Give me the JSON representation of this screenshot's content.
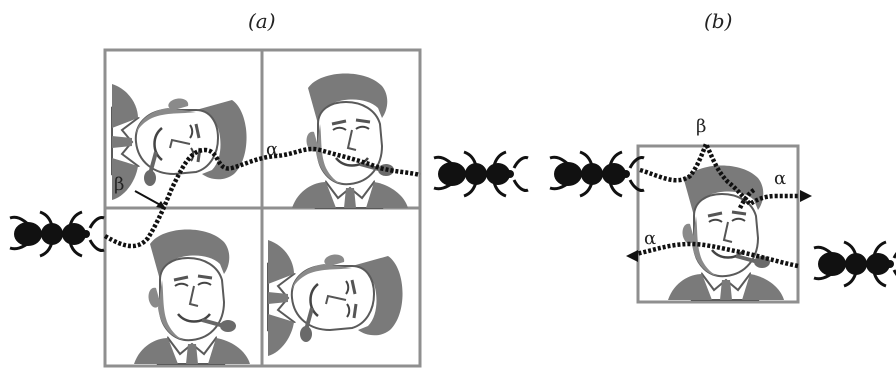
{
  "panels": {
    "a": {
      "label": "(a)"
    },
    "b": {
      "label": "(b)"
    }
  },
  "labels": {
    "alpha": "α",
    "beta": "β"
  },
  "colors": {
    "frame": "#8f8f8f",
    "face": "#7a7a7a",
    "ant": "#111111",
    "path": "#111111",
    "text": "#222222"
  },
  "icons": {
    "ant": "ant-icon",
    "face": "pipe-smoking-man-face-icon"
  }
}
